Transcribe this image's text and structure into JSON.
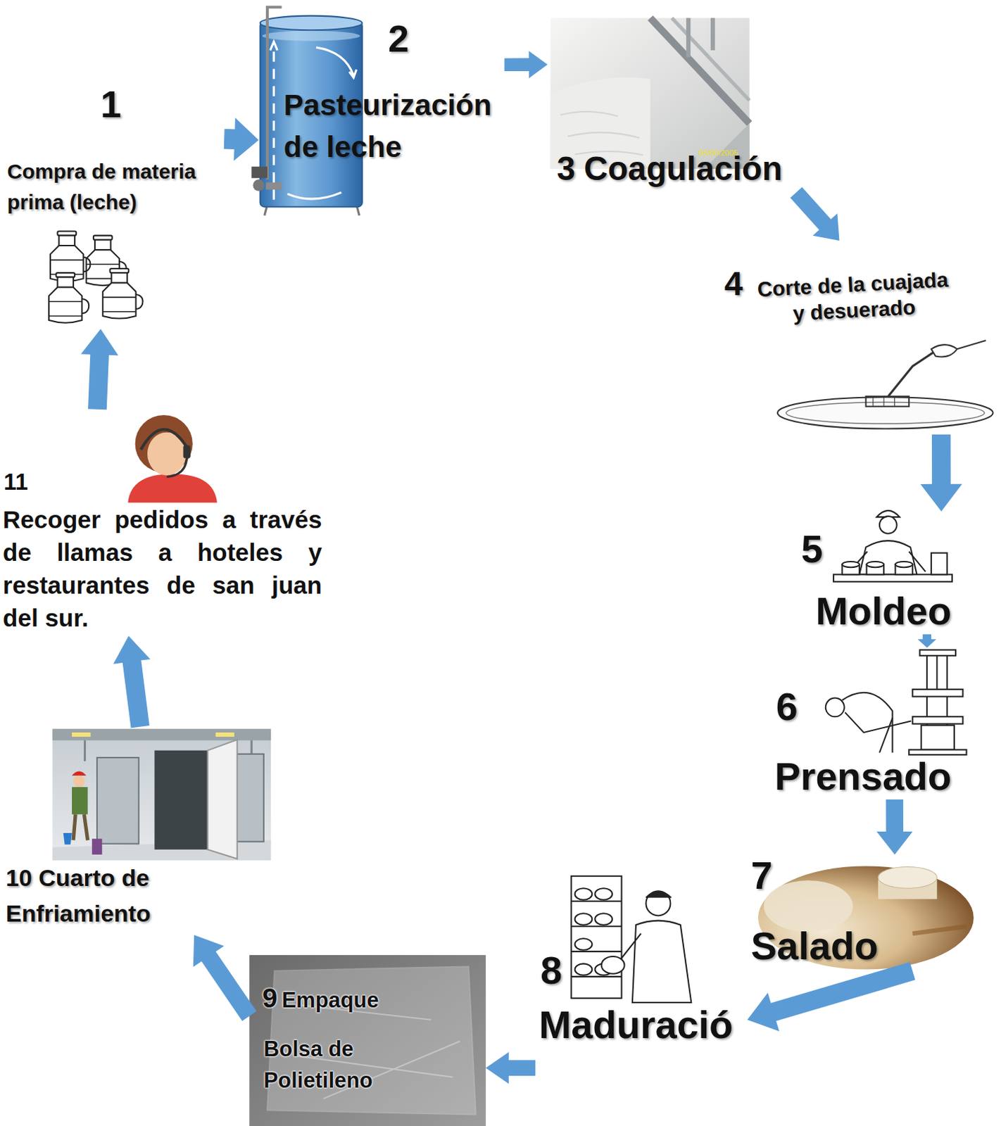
{
  "diagram": {
    "nodes": [
      {
        "text": [
          "1",
          "Compra de materia prima (leche)"
        ]
      },
      {
        "text": [
          "2",
          "Pasteurización de leche"
        ]
      },
      {
        "text": [
          "3",
          "Coagulación"
        ]
      },
      {
        "text": [
          "4",
          "Corte de la cuajada y desuerado"
        ]
      },
      {
        "text": [
          "5",
          "Moldeo"
        ]
      },
      {
        "text": [
          "6",
          "Prensado"
        ]
      },
      {
        "text": [
          "7",
          "Salado"
        ]
      },
      {
        "text": [
          "8",
          "Maduració"
        ]
      },
      {
        "text": [
          "9",
          "Empaque",
          "Bolsa de Polietileno"
        ]
      },
      {
        "text": [
          "10",
          "Cuarto de Enfriamiento"
        ]
      },
      {
        "text": [
          "11",
          "Recoger pedidos a través de llamas a hoteles y restaurantes de san juan del sur."
        ]
      }
    ],
    "edges": [
      {
        "from": 0,
        "to": 1,
        "arrow": "to"
      },
      {
        "from": 1,
        "to": 2,
        "arrow": "to"
      },
      {
        "from": 2,
        "to": 3,
        "arrow": "to"
      },
      {
        "from": 3,
        "to": 4,
        "arrow": "to"
      },
      {
        "from": 4,
        "to": 5,
        "arrow": "to"
      },
      {
        "from": 5,
        "to": 6,
        "arrow": "to"
      },
      {
        "from": 6,
        "to": 7,
        "arrow": "to"
      },
      {
        "from": 7,
        "to": 8,
        "arrow": "to"
      },
      {
        "from": 8,
        "to": 9,
        "arrow": "to"
      },
      {
        "from": 9,
        "to": 10,
        "arrow": "to"
      },
      {
        "from": 10,
        "to": 0,
        "arrow": "to"
      }
    ],
    "labels": [
      "05/06/2005"
    ]
  }
}
